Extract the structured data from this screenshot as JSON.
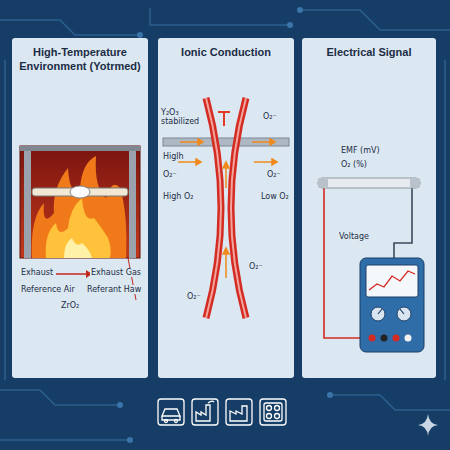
{
  "diagram": {
    "nodes": [
      {
        "text": [
          "High-Temperature Environment (Yotrmed)"
        ]
      },
      {
        "text": [
          "Ionic Conduction"
        ]
      },
      {
        "text": [
          "Electrical Signal"
        ]
      }
    ],
    "labels": [
      "Exhaust",
      "Exhaust Gas",
      "Reference Air",
      "Referant Haw",
      "ZrO₂",
      "Y₂O₃ stabilized",
      "O₂⁻",
      "Higlh",
      "O₂⁻",
      "O₂⁻",
      "High O₂",
      "Low O₂",
      "O₂⁻",
      "O₂⁻",
      "EMF (mV)",
      "O₂ (%)",
      "Voltage"
    ]
  }
}
